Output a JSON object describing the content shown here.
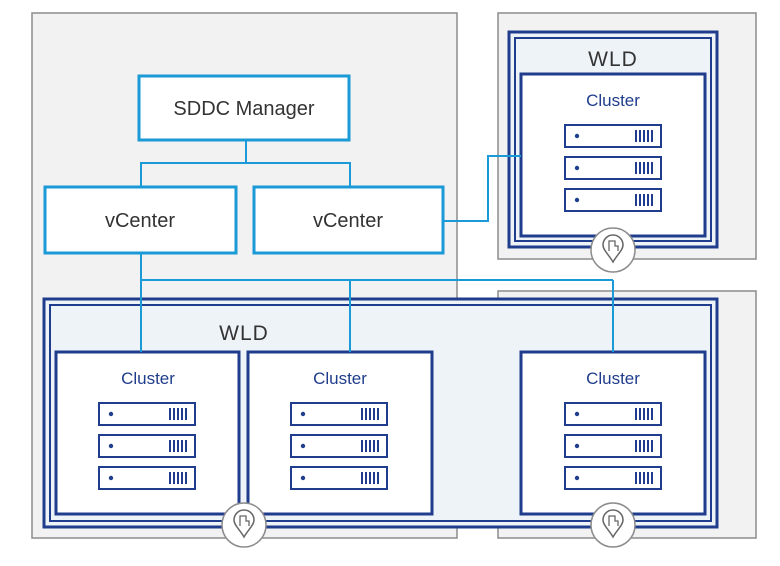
{
  "diagram": {
    "management": {
      "sddc_manager_label": "SDDC Manager",
      "vcenters": [
        "vCenter",
        "vCenter"
      ]
    },
    "workload_domains": [
      {
        "label": "WLD",
        "clusters": [
          {
            "label": "Cluster",
            "servers": 3
          }
        ]
      },
      {
        "label": "WLD",
        "clusters": [
          {
            "label": "Cluster",
            "servers": 3
          },
          {
            "label": "Cluster",
            "servers": 3
          },
          {
            "label": "Cluster",
            "servers": 3
          }
        ]
      }
    ],
    "icons": [
      "server-icon",
      "location-pin-icon"
    ],
    "colors": {
      "background": "#ffffff",
      "site_fill": "#f2f2f2",
      "site_border": "#8c8c8c",
      "wld_fill": "#eef3f8",
      "wld_border": "#1f3d8c",
      "component_border": "#1a9ad6",
      "link": "#1a9ad6",
      "text": "#333333",
      "cluster_text": "#1f3d8c"
    }
  }
}
